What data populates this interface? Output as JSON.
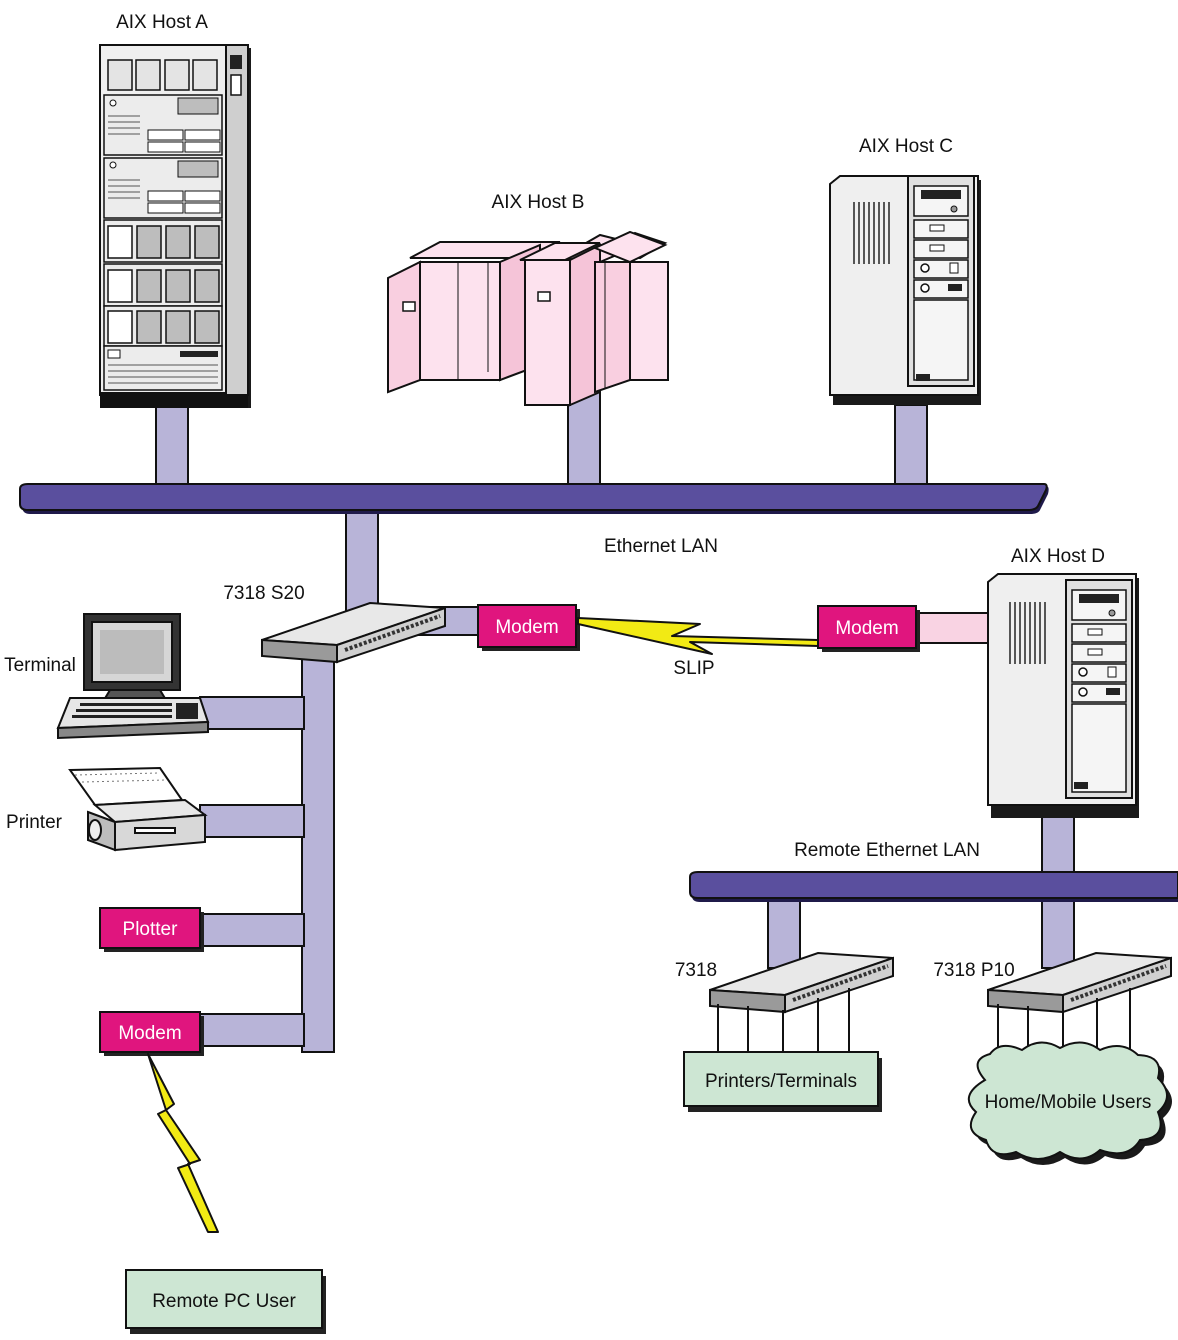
{
  "hosts": {
    "a": "AIX Host A",
    "b": "AIX Host B",
    "c": "AIX Host C",
    "d": "AIX Host D"
  },
  "networks": {
    "ethernet_lan": "Ethernet LAN",
    "remote_ethernet_lan": "Remote Ethernet LAN",
    "slip": "SLIP"
  },
  "devices": {
    "s20": "7318 S20",
    "t7318": "7318",
    "p10": "7318 P10",
    "terminal": "Terminal",
    "printer": "Printer",
    "plotter": "Plotter",
    "modem_left": "Modem",
    "modem_s20": "Modem",
    "modem_host_d": "Modem"
  },
  "endpoints": {
    "printers_terminals": "Printers/Terminals",
    "home_mobile": "Home/Mobile Users",
    "remote_pc": "Remote PC User"
  },
  "colors": {
    "cable": "#b8b4d8",
    "backbone": "#5a4f9e",
    "modem": "#e0157e",
    "endpoint": "#cde6d3",
    "lightning": "#f2ea14",
    "host_b": "#fde2ee",
    "pink_link": "#f9d3e3"
  }
}
